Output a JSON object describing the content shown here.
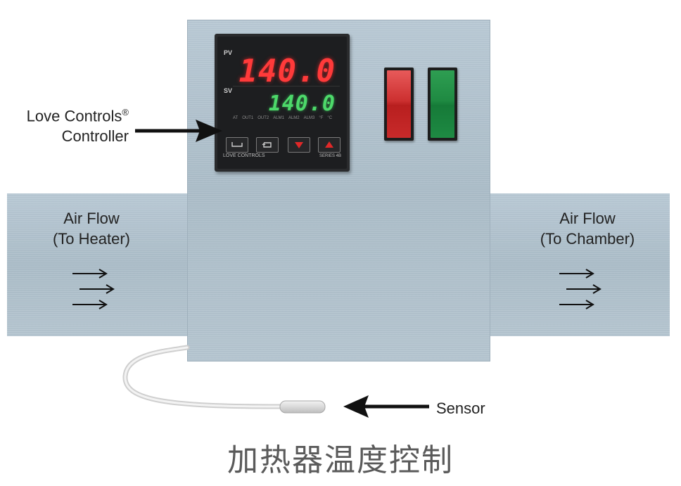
{
  "labels": {
    "controller_line1": "Love Controls",
    "controller_mark": "®",
    "controller_line2": "Controller",
    "airflow_left": "Air Flow\n(To Heater)",
    "airflow_right": "Air Flow\n(To Chamber)",
    "sensor": "Sensor",
    "caption": "加热器温度控制"
  },
  "controller": {
    "pv_tag": "PV",
    "sv_tag": "SV",
    "pv_value": "140.0",
    "sv_value": "140.0",
    "indicators": [
      "AT",
      "OUT1",
      "OUT2",
      "ALM1",
      "ALM2",
      "ALM3",
      "°F",
      "°C"
    ],
    "brand": "LOVE CONTROLS",
    "series": "SERIES 4B"
  },
  "colors": {
    "pv_digits": "#ff3a3a",
    "sv_digits": "#4dd96a",
    "switch_red": "#cc3030",
    "switch_green": "#1f8a42",
    "metal": "#aebfcb"
  },
  "icons": [
    "enter-key-icon",
    "cycle-key-icon",
    "down-arrow-icon",
    "up-arrow-icon",
    "airflow-arrows-icon",
    "pointer-arrow-icon"
  ]
}
